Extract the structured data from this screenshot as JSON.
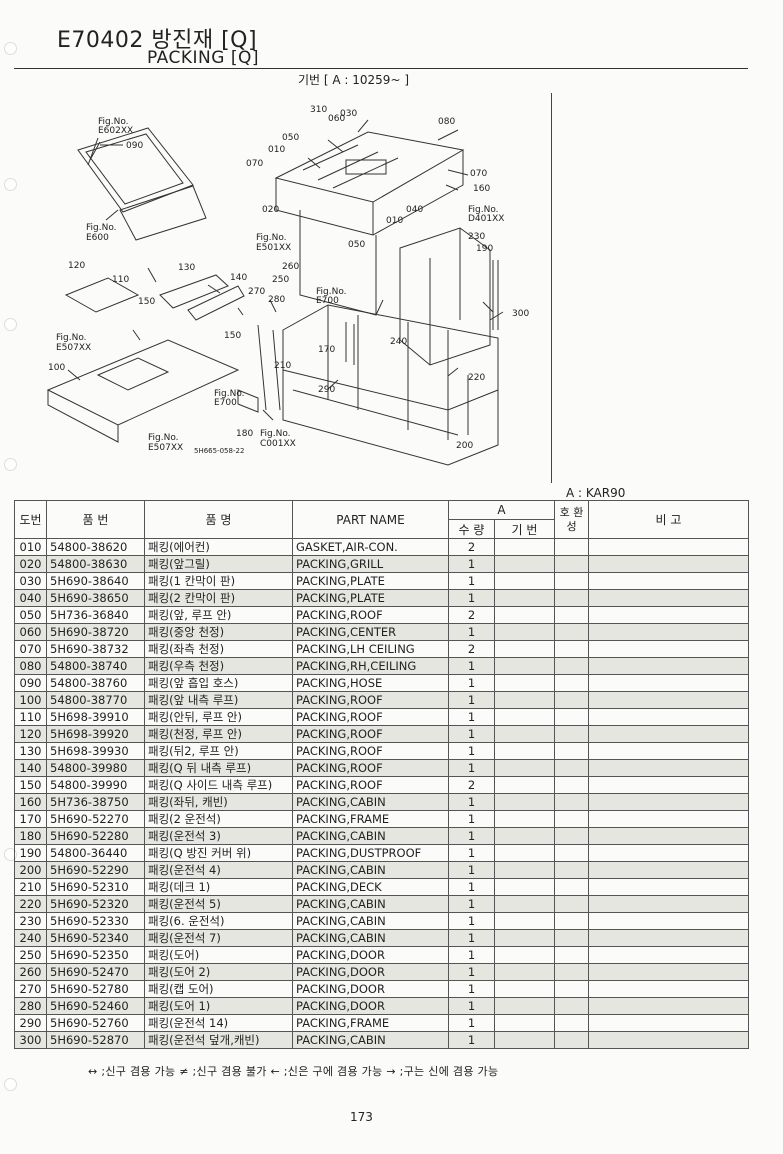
{
  "header": {
    "code_title": "E70402 방진재 [Q]",
    "english_title": "PACKING [Q]",
    "basis": "기번 [ A : 10259~ ]"
  },
  "diagram": {
    "figure_refs": [
      "Fig.No. E602XX",
      "Fig.No. E600",
      "Fig.No. E501XX",
      "Fig.No. D401XX",
      "Fig.No. E700",
      "Fig.No. E507XX",
      "Fig.No. E700",
      "Fig.No. E507XX",
      "Fig.No. C001XX"
    ],
    "callouts": [
      "090",
      "310",
      "060",
      "030",
      "080",
      "050",
      "010",
      "070",
      "070",
      "160",
      "020",
      "010",
      "040",
      "230",
      "190",
      "050",
      "120",
      "130",
      "140",
      "110",
      "270",
      "260",
      "250",
      "280",
      "300",
      "150",
      "150",
      "170",
      "240",
      "100",
      "210",
      "220",
      "290",
      "180",
      "200"
    ],
    "drawing_id": "5H665-058-22"
  },
  "model_label": "A : KAR90",
  "table": {
    "headers": {
      "no": "도번",
      "part_no": "품 번",
      "part_name_kr": "품 명",
      "part_name_en": "PART NAME",
      "group_a": "A",
      "qty": "수 량",
      "serial": "기 번",
      "interchange": "호 환 성",
      "remarks": "비 고"
    },
    "rows": [
      {
        "no": "010",
        "part": "54800-38620",
        "kr": "패킹(에어컨)",
        "en": "GASKET,AIR-CON.",
        "qty": "2"
      },
      {
        "no": "020",
        "part": "54800-38630",
        "kr": "패킹(앞그릴)",
        "en": "PACKING,GRILL",
        "qty": "1"
      },
      {
        "no": "030",
        "part": "5H690-38640",
        "kr": "패킹(1 칸막이 판)",
        "en": "PACKING,PLATE",
        "qty": "1"
      },
      {
        "no": "040",
        "part": "5H690-38650",
        "kr": "패킹(2 칸막이 판)",
        "en": "PACKING,PLATE",
        "qty": "1"
      },
      {
        "no": "050",
        "part": "5H736-36840",
        "kr": "패킹(앞, 루프 안)",
        "en": "PACKING,ROOF",
        "qty": "2"
      },
      {
        "no": "060",
        "part": "5H690-38720",
        "kr": "패킹(중앙 천정)",
        "en": "PACKING,CENTER",
        "qty": "1"
      },
      {
        "no": "070",
        "part": "5H690-38732",
        "kr": "패킹(좌측 천정)",
        "en": "PACKING,LH CEILING",
        "qty": "2"
      },
      {
        "no": "080",
        "part": "54800-38740",
        "kr": "패킹(우측 천정)",
        "en": "PACKING,RH,CEILING",
        "qty": "1"
      },
      {
        "no": "090",
        "part": "54800-38760",
        "kr": "패킹(앞 흡입 호스)",
        "en": "PACKING,HOSE",
        "qty": "1"
      },
      {
        "no": "100",
        "part": "54800-38770",
        "kr": "패킹(앞 내측 루프)",
        "en": "PACKING,ROOF",
        "qty": "1"
      },
      {
        "no": "110",
        "part": "5H698-39910",
        "kr": "패킹(안뒤, 루프 안)",
        "en": "PACKING,ROOF",
        "qty": "1"
      },
      {
        "no": "120",
        "part": "5H698-39920",
        "kr": "패킹(천정, 루프 안)",
        "en": "PACKING,ROOF",
        "qty": "1"
      },
      {
        "no": "130",
        "part": "5H698-39930",
        "kr": "패킹(뒤2, 루프 안)",
        "en": "PACKING,ROOF",
        "qty": "1"
      },
      {
        "no": "140",
        "part": "54800-39980",
        "kr": "패킹(Q 뒤 내측 루프)",
        "en": "PACKING,ROOF",
        "qty": "1"
      },
      {
        "no": "150",
        "part": "54800-39990",
        "kr": "패킹(Q 사이드 내측 루프)",
        "en": "PACKING,ROOF",
        "qty": "2"
      },
      {
        "no": "160",
        "part": "5H736-38750",
        "kr": "패킹(좌뒤, 캐빈)",
        "en": "PACKING,CABIN",
        "qty": "1"
      },
      {
        "no": "170",
        "part": "5H690-52270",
        "kr": "패킹(2 운전석)",
        "en": "PACKING,FRAME",
        "qty": "1"
      },
      {
        "no": "180",
        "part": "5H690-52280",
        "kr": "패킹(운전석 3)",
        "en": "PACKING,CABIN",
        "qty": "1"
      },
      {
        "no": "190",
        "part": "54800-36440",
        "kr": "패킹(Q 방진 커버 위)",
        "en": "PACKING,DUSTPROOF",
        "qty": "1"
      },
      {
        "no": "200",
        "part": "5H690-52290",
        "kr": "패킹(운전석 4)",
        "en": "PACKING,CABIN",
        "qty": "1"
      },
      {
        "no": "210",
        "part": "5H690-52310",
        "kr": "패킹(데크 1)",
        "en": "PACKING,DECK",
        "qty": "1"
      },
      {
        "no": "220",
        "part": "5H690-52320",
        "kr": "패킹(운전석 5)",
        "en": "PACKING,CABIN",
        "qty": "1"
      },
      {
        "no": "230",
        "part": "5H690-52330",
        "kr": "패킹(6. 운전석)",
        "en": "PACKING,CABIN",
        "qty": "1"
      },
      {
        "no": "240",
        "part": "5H690-52340",
        "kr": "패킹(운전석 7)",
        "en": "PACKING,CABIN",
        "qty": "1"
      },
      {
        "no": "250",
        "part": "5H690-52350",
        "kr": "패킹(도어)",
        "en": "PACKING,DOOR",
        "qty": "1"
      },
      {
        "no": "260",
        "part": "5H690-52470",
        "kr": "패킹(도어 2)",
        "en": "PACKING,DOOR",
        "qty": "1"
      },
      {
        "no": "270",
        "part": "5H690-52780",
        "kr": "패킹(캡 도어)",
        "en": "PACKING,DOOR",
        "qty": "1"
      },
      {
        "no": "280",
        "part": "5H690-52460",
        "kr": "패킹(도어 1)",
        "en": "PACKING,DOOR",
        "qty": "1"
      },
      {
        "no": "290",
        "part": "5H690-52760",
        "kr": "패킹(운전석 14)",
        "en": "PACKING,FRAME",
        "qty": "1"
      },
      {
        "no": "300",
        "part": "5H690-52870",
        "kr": "패킹(운전석 덮개,캐빈)",
        "en": "PACKING,CABIN",
        "qty": "1"
      }
    ]
  },
  "legend": "↔ ;신구 겸용 가능    ≠ ;신구 겸용 불가    ← ;신은 구에 겸용 가능    → ;구는 신에 겸용 가능",
  "page_number": "173"
}
